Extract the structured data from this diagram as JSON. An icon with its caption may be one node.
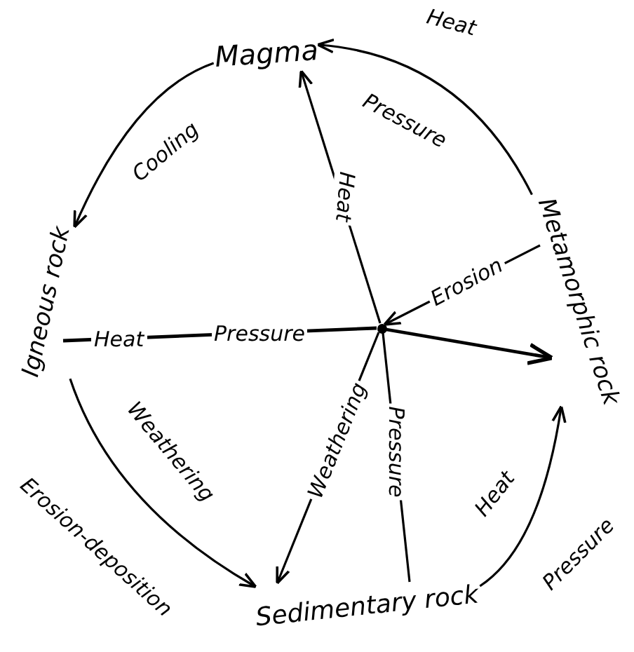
{
  "diagram": {
    "nodes": [
      {
        "text": [
          "Magma"
        ]
      },
      {
        "text": [
          "Metamorphic rock"
        ]
      },
      {
        "text": [
          "Sedimentary rock"
        ]
      },
      {
        "text": [
          "Igneous rock"
        ]
      },
      {
        "text": [],
        "shape": "circle"
      }
    ],
    "edges": [
      {
        "from": 0,
        "to": 3,
        "arrow": "to",
        "label": "Cooling"
      },
      {
        "from": 1,
        "to": 0,
        "arrow": "to",
        "label": "Heat"
      },
      {
        "from": 3,
        "to": 4,
        "arrow": "none",
        "label": "Heat"
      },
      {
        "from": 4,
        "to": 1,
        "arrow": "to"
      },
      {
        "from": 1,
        "to": 4,
        "arrow": "to",
        "label": "Erosion"
      },
      {
        "from": 4,
        "to": 2,
        "arrow": "to",
        "label": "Weathering"
      },
      {
        "from": 2,
        "to": 4,
        "arrow": "none",
        "label": "Pressure"
      },
      {
        "from": 4,
        "to": 0,
        "arrow": "to",
        "label": "Heat"
      },
      {
        "from": 3,
        "to": 2,
        "arrow": "to",
        "label": "Weathering"
      },
      {
        "from": 2,
        "to": 1,
        "arrow": "to",
        "label": "Heat"
      }
    ],
    "labels": [
      "Pressure",
      "Pressure",
      "Erosion-deposition",
      "Pressure"
    ]
  }
}
